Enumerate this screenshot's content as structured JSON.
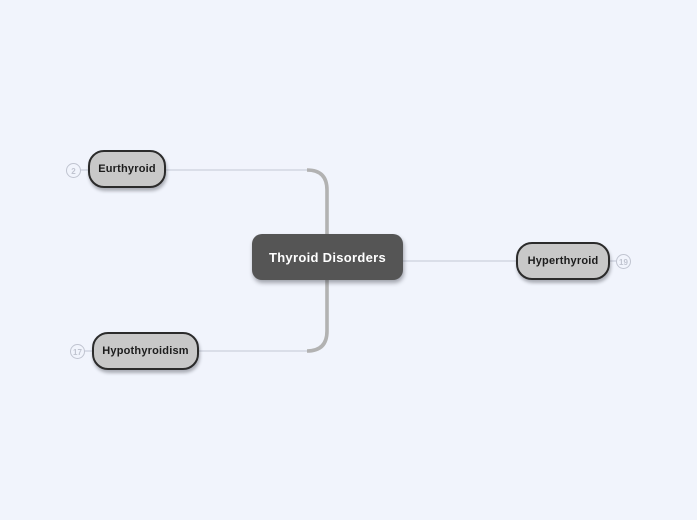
{
  "map": {
    "root": {
      "label": "Thyroid Disorders"
    },
    "topics": [
      {
        "label": "Eurthyroid",
        "badge": "2",
        "badge_side": "left"
      },
      {
        "label": "Hyperthyroid",
        "badge": "19",
        "badge_side": "right"
      },
      {
        "label": "Hypothyroidism",
        "badge": "17",
        "badge_side": "left"
      }
    ]
  },
  "theme": {
    "canvas_bg": "#f1f4fc",
    "topic_fill": "#c8c8c8",
    "topic_border": "#2b2b2b",
    "topic_text": "#1c1c1c",
    "root_fill": "#555555",
    "root_text": "#ffffff",
    "branch_color": "#b2b2b2",
    "line_color": "#d2d6e2",
    "badge_color": "#c0c4d0"
  }
}
